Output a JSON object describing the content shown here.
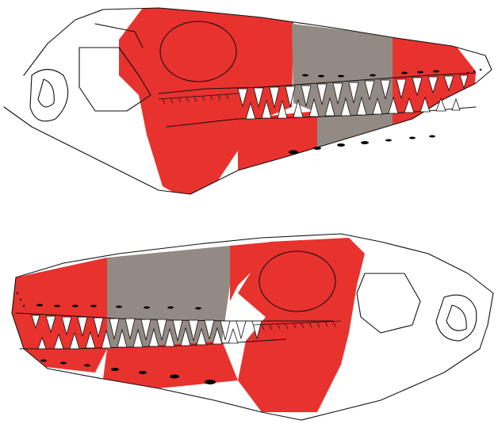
{
  "figure": {
    "panels": [
      {
        "id": "skull-upper",
        "orientation": "snout-right"
      },
      {
        "id": "skull-lower",
        "orientation": "snout-left"
      }
    ],
    "colors": {
      "highlight_red": "#e8322e",
      "highlight_grey": "#948a84",
      "outline": "#111111",
      "background": "#ffffff",
      "foramen": "#000000"
    }
  }
}
